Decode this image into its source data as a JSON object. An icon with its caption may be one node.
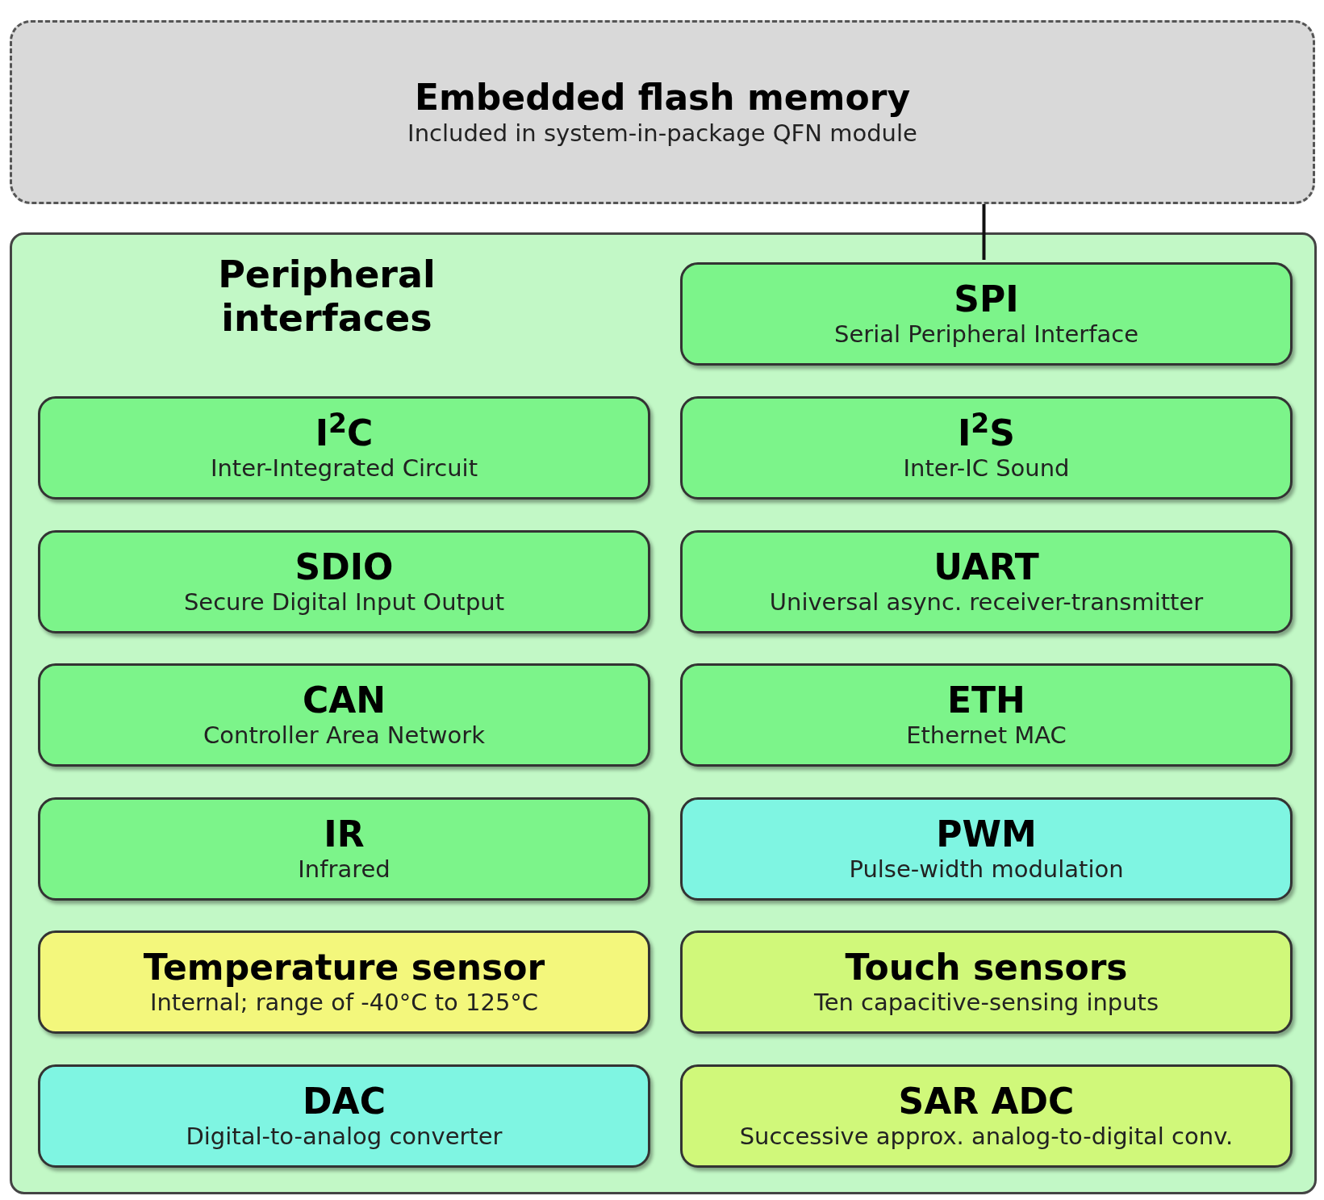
{
  "diagram": {
    "nodes": [
      {
        "text": [
          "Embedded flash memory",
          "Included in system-in-package QFN module"
        ]
      },
      {
        "text": [
          "Peripheral interfaces"
        ]
      },
      {
        "text": [
          "SPI",
          "Serial Peripheral Interface"
        ],
        "in": 1
      },
      {
        "text": [
          "I$^{2}$C",
          "Inter-Integrated Circuit"
        ],
        "in": 1
      },
      {
        "text": [
          "I$^{2}$S",
          "Inter-IC Sound"
        ],
        "in": 1
      },
      {
        "text": [
          "SDIO",
          "Secure Digital Input Output"
        ],
        "in": 1
      },
      {
        "text": [
          "UART",
          "Universal async. receiver-transmitter"
        ],
        "in": 1
      },
      {
        "text": [
          "CAN",
          "Controller Area Network"
        ],
        "in": 1
      },
      {
        "text": [
          "ETH",
          "Ethernet MAC"
        ],
        "in": 1
      },
      {
        "text": [
          "IR",
          "Infrared"
        ],
        "in": 1
      },
      {
        "text": [
          "PWM",
          "Pulse-width modulation"
        ],
        "in": 1
      },
      {
        "text": [
          "Temperature sensor",
          "Internal; range of -40°C to 125°C"
        ],
        "in": 1
      },
      {
        "text": [
          "Touch sensors",
          "Ten capacitive-sensing inputs"
        ],
        "in": 1
      },
      {
        "text": [
          "DAC",
          "Digital-to-analog converter"
        ],
        "in": 1
      },
      {
        "text": [
          "SAR ADC",
          "Successive approx. analog-to-digital conv."
        ],
        "in": 1
      }
    ],
    "edges": [
      {
        "from": 0,
        "to": 2,
        "arrow": "none"
      }
    ]
  }
}
